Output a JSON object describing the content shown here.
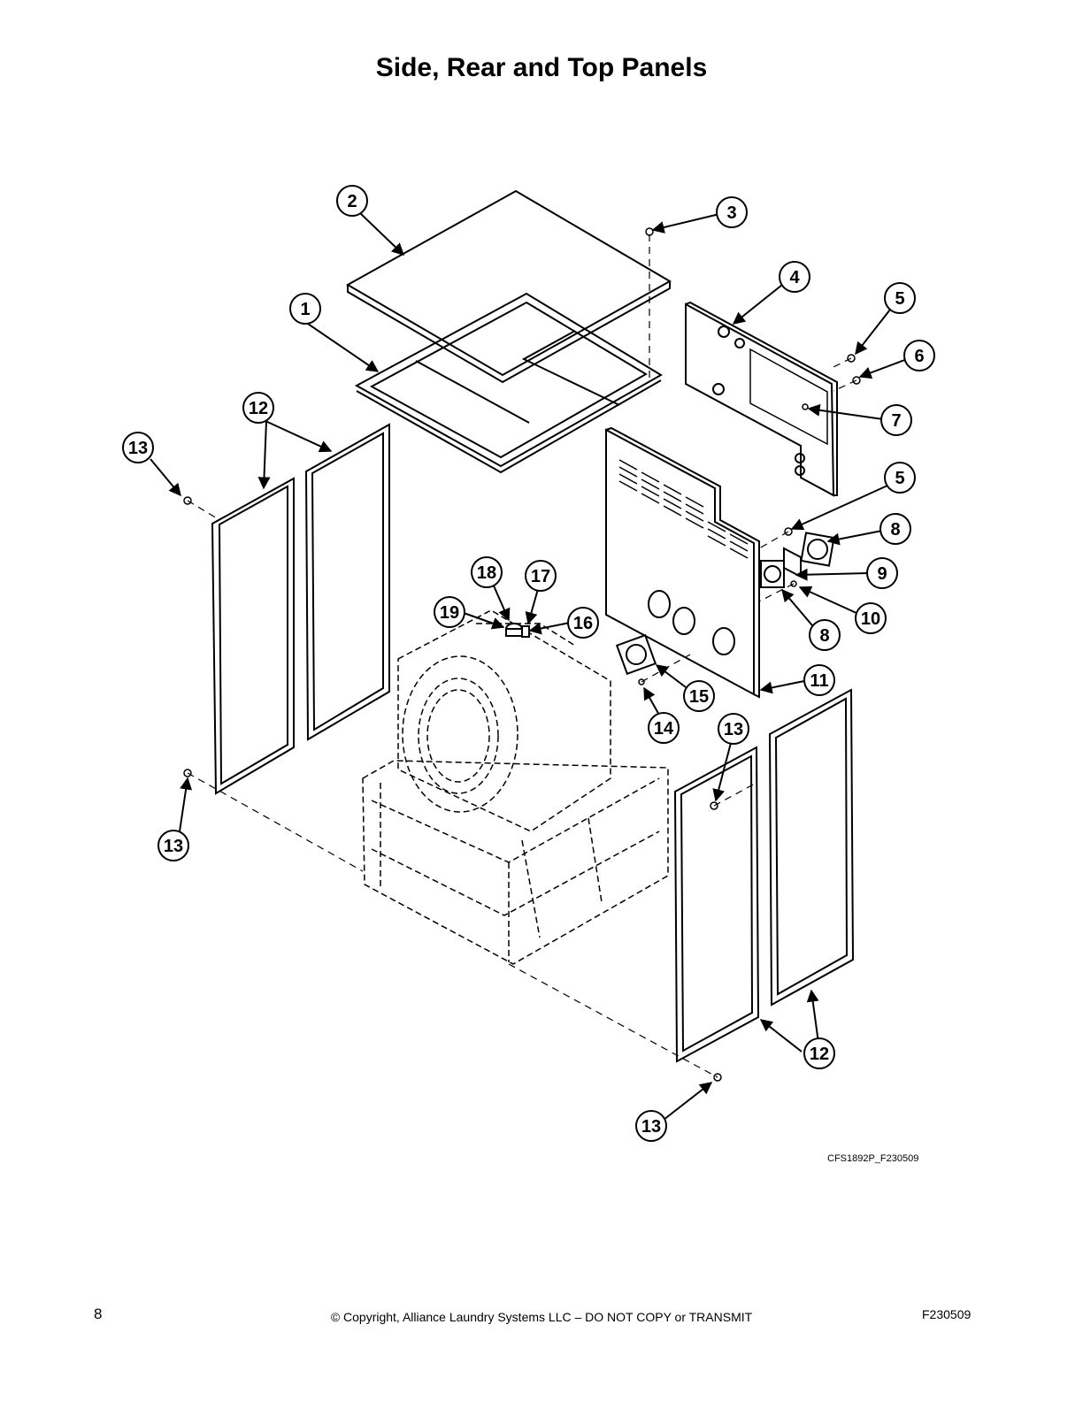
{
  "title": "Side, Rear and Top Panels",
  "figure_id": "CFS1892P_F230509",
  "footer": {
    "page_number": "8",
    "copyright": "© Copyright, Alliance Laundry Systems LLC – DO NOT COPY or TRANSMIT",
    "doc_id": "F230509"
  },
  "callouts": [
    "1",
    "2",
    "3",
    "4",
    "5",
    "5",
    "6",
    "7",
    "8",
    "8",
    "9",
    "10",
    "11",
    "12",
    "12",
    "13",
    "13",
    "13",
    "13",
    "14",
    "15",
    "16",
    "17",
    "18",
    "19"
  ]
}
